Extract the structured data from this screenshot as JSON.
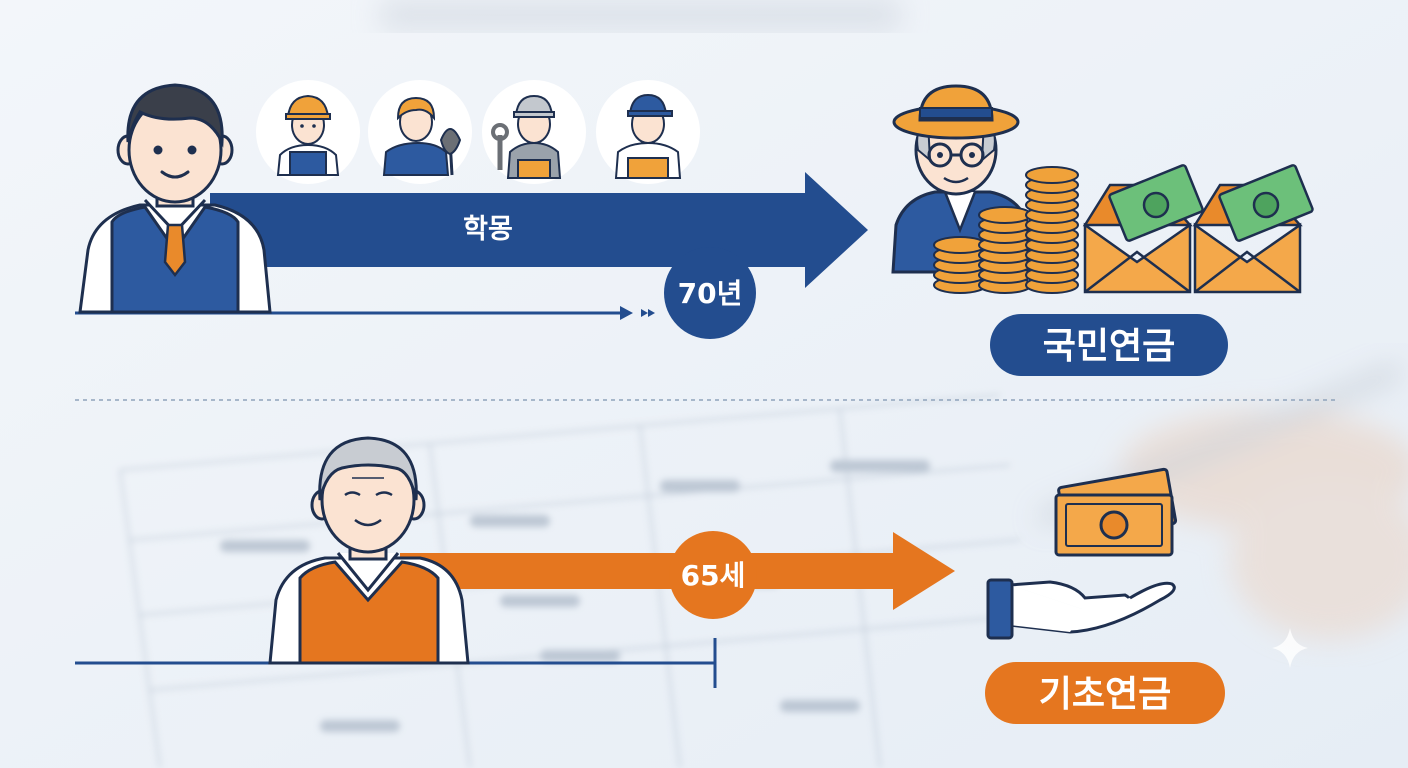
{
  "national_pension": {
    "arrow_label": "학몽",
    "duration_badge": "70년",
    "pill_label": "국민연금",
    "color": "#234d8f"
  },
  "basic_pension": {
    "age_badge": "65세",
    "pill_label": "기초연금",
    "color": "#e5761f"
  },
  "workers": [
    {
      "icon": "hard-hat-worker-icon"
    },
    {
      "icon": "shovel-worker-icon"
    },
    {
      "icon": "wrench-mechanic-icon"
    },
    {
      "icon": "cap-worker-icon"
    }
  ]
}
